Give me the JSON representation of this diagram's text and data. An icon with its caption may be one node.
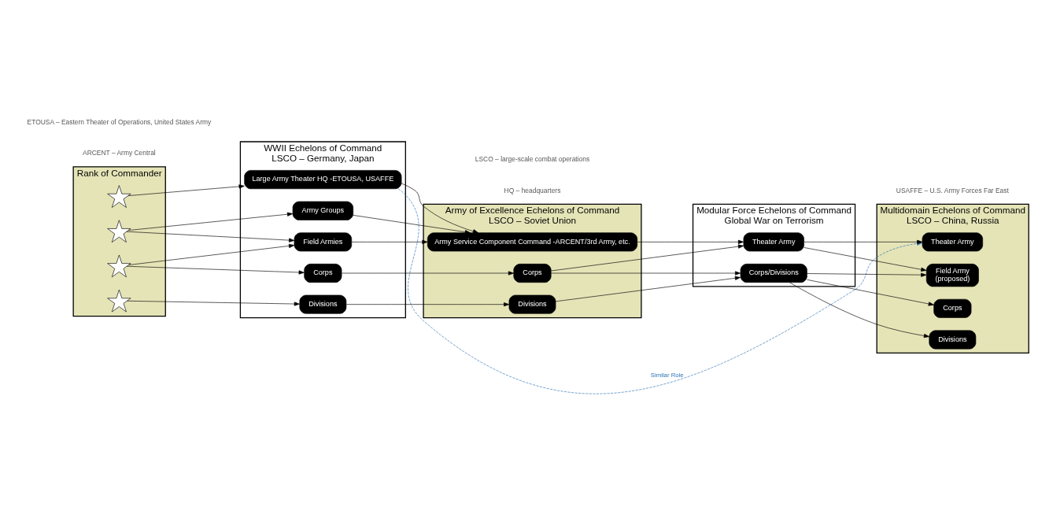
{
  "diagram": {
    "nodes": [
      {
        "text": [
          "Rank of Commander"
        ]
      },
      {
        "text": [
          "WWII Echelons of Command",
          "LSCO – Germany, Japan"
        ]
      },
      {
        "text": [
          "Army of Excellence Echelons of Command",
          "LSCO – Soviet Union"
        ]
      },
      {
        "text": [
          "Modular Force Echelons of Command",
          "Global War on Terrorism"
        ]
      },
      {
        "text": [
          "Multidomain Echelons of Command",
          "LSCO – China, Russia"
        ]
      },
      {
        "text": [],
        "shape": "star",
        "in": 0
      },
      {
        "text": [],
        "shape": "star",
        "in": 0
      },
      {
        "text": [],
        "shape": "star",
        "in": 0
      },
      {
        "text": [],
        "shape": "star",
        "in": 0
      },
      {
        "text": [
          "Large Army Theater HQ -ETOUSA, USAFFE"
        ],
        "in": 1
      },
      {
        "text": [
          "Army Groups"
        ],
        "in": 1
      },
      {
        "text": [
          "Field Armies"
        ],
        "in": 1
      },
      {
        "text": [
          "Corps"
        ],
        "in": 1
      },
      {
        "text": [
          "Divisions"
        ],
        "in": 1
      },
      {
        "text": [
          "Army Service Component Command -ARCENT/3rd Army, etc."
        ],
        "in": 2
      },
      {
        "text": [
          "Corps"
        ],
        "in": 2
      },
      {
        "text": [
          "Divisions"
        ],
        "in": 2
      },
      {
        "text": [
          "Theater Army"
        ],
        "in": 3
      },
      {
        "text": [
          "Corps/Divisions"
        ],
        "in": 3
      },
      {
        "text": [
          "Theater Army"
        ],
        "in": 4
      },
      {
        "text": [
          "Field Army",
          "(proposed)"
        ],
        "in": 4
      },
      {
        "text": [
          "Corps"
        ],
        "in": 4
      },
      {
        "text": [
          "Divisions"
        ],
        "in": 4
      }
    ],
    "edges": [
      {
        "from": 5,
        "to": 9,
        "arrow": "to"
      },
      {
        "from": 6,
        "to": 10,
        "arrow": "to"
      },
      {
        "from": 6,
        "to": 11,
        "arrow": "to"
      },
      {
        "from": 7,
        "to": 11,
        "arrow": "to"
      },
      {
        "from": 7,
        "to": 12,
        "arrow": "to"
      },
      {
        "from": 8,
        "to": 13,
        "arrow": "to"
      },
      {
        "from": 9,
        "to": 14,
        "arrow": "to"
      },
      {
        "from": 10,
        "to": 14,
        "arrow": "to"
      },
      {
        "from": 11,
        "to": 14,
        "arrow": "to"
      },
      {
        "from": 12,
        "to": 15,
        "arrow": "to"
      },
      {
        "from": 13,
        "to": 16,
        "arrow": "to"
      },
      {
        "from": 14,
        "to": 17,
        "arrow": "to"
      },
      {
        "from": 15,
        "to": 17,
        "arrow": "to"
      },
      {
        "from": 15,
        "to": 18,
        "arrow": "to"
      },
      {
        "from": 16,
        "to": 18,
        "arrow": "to"
      },
      {
        "from": 17,
        "to": 19,
        "arrow": "to"
      },
      {
        "from": 17,
        "to": 20,
        "arrow": "to"
      },
      {
        "from": 18,
        "to": 20,
        "arrow": "to"
      },
      {
        "from": 18,
        "to": 21,
        "arrow": "to"
      },
      {
        "from": 18,
        "to": 22,
        "arrow": "to"
      },
      {
        "from": 9,
        "to": 19,
        "arrow": "to",
        "label": "Similar Role",
        "style": "dashed",
        "color": "#2e75b6"
      }
    ],
    "labels": [
      "ARCENT – Army Central",
      "HQ – headquarters",
      "USAFFE – U.S. Army Forces Far East",
      "ETOUSA – Eastern Theater of Operations, United States Army",
      "LSCO – large-scale combat operations"
    ]
  }
}
